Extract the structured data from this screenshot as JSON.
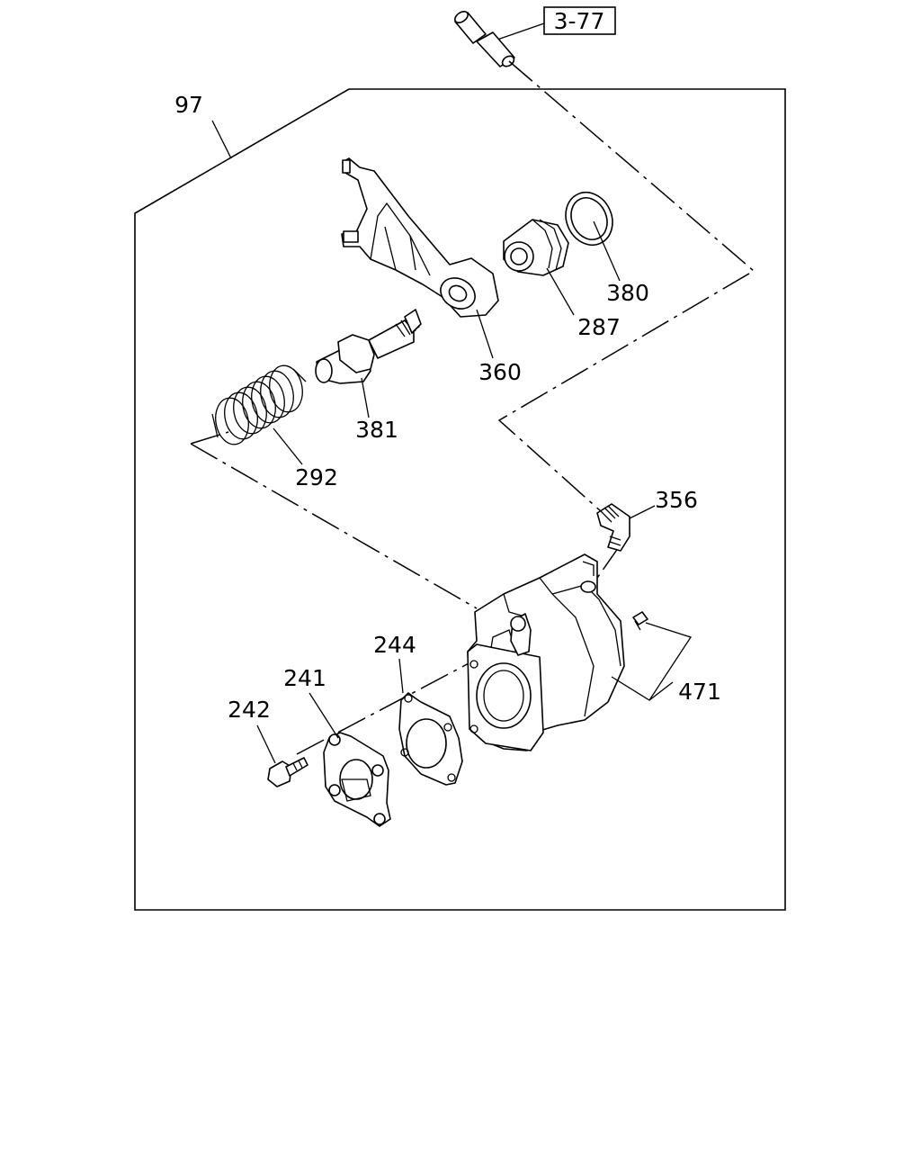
{
  "diagram": {
    "assembly_ref": "3-77",
    "parts": [
      {
        "id": "callout-97",
        "label": "97"
      },
      {
        "id": "callout-380",
        "label": "380"
      },
      {
        "id": "callout-287",
        "label": "287"
      },
      {
        "id": "callout-360",
        "label": "360"
      },
      {
        "id": "callout-381",
        "label": "381"
      },
      {
        "id": "callout-292",
        "label": "292"
      },
      {
        "id": "callout-356",
        "label": "356"
      },
      {
        "id": "callout-244",
        "label": "244"
      },
      {
        "id": "callout-241",
        "label": "241"
      },
      {
        "id": "callout-242",
        "label": "242"
      },
      {
        "id": "callout-471",
        "label": "471"
      }
    ]
  }
}
